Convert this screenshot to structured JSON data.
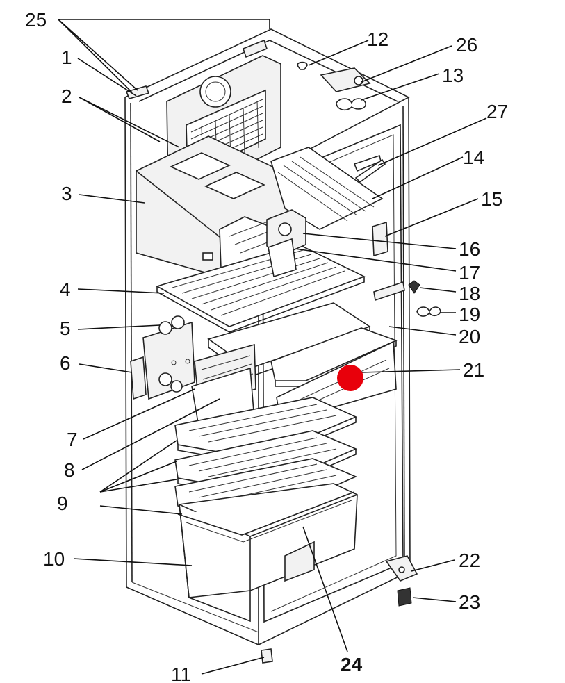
{
  "diagram": {
    "labels": [
      {
        "id": "lbl-25",
        "text": "25"
      },
      {
        "id": "lbl-1",
        "text": "1"
      },
      {
        "id": "lbl-2",
        "text": "2"
      },
      {
        "id": "lbl-3",
        "text": "3"
      },
      {
        "id": "lbl-4",
        "text": "4"
      },
      {
        "id": "lbl-5",
        "text": "5"
      },
      {
        "id": "lbl-6",
        "text": "6"
      },
      {
        "id": "lbl-7",
        "text": "7"
      },
      {
        "id": "lbl-8",
        "text": "8"
      },
      {
        "id": "lbl-9",
        "text": "9"
      },
      {
        "id": "lbl-10",
        "text": "10"
      },
      {
        "id": "lbl-11",
        "text": "11"
      },
      {
        "id": "lbl-12",
        "text": "12"
      },
      {
        "id": "lbl-26",
        "text": "26"
      },
      {
        "id": "lbl-13",
        "text": "13"
      },
      {
        "id": "lbl-27",
        "text": "27"
      },
      {
        "id": "lbl-14",
        "text": "14"
      },
      {
        "id": "lbl-15",
        "text": "15"
      },
      {
        "id": "lbl-16",
        "text": "16"
      },
      {
        "id": "lbl-17",
        "text": "17"
      },
      {
        "id": "lbl-18",
        "text": "18"
      },
      {
        "id": "lbl-19",
        "text": "19"
      },
      {
        "id": "lbl-20",
        "text": "20"
      },
      {
        "id": "lbl-21",
        "text": "21"
      },
      {
        "id": "lbl-22",
        "text": "22"
      },
      {
        "id": "lbl-23",
        "text": "23"
      },
      {
        "id": "lbl-24",
        "text": "24"
      }
    ],
    "marker_color": "#e8000b",
    "line_color": "#111111"
  }
}
